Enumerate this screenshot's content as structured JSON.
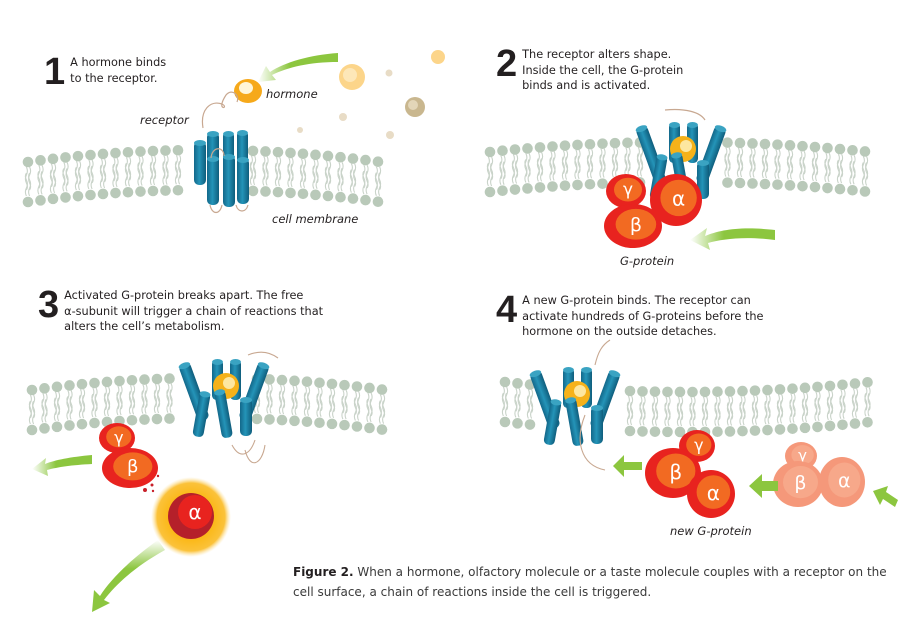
{
  "figure": {
    "caption_label": "Figure 2.",
    "caption_text": " When a hormone, olfactory molecule or a taste molecule couples with a receptor on the cell surface, a chain of reactions inside the cell is triggered."
  },
  "panels": [
    {
      "number": "1",
      "lines": [
        "A hormone binds",
        "to the receptor."
      ],
      "labels": {
        "hormone": "hormone",
        "receptor": "receptor",
        "membrane": "cell membrane"
      }
    },
    {
      "number": "2",
      "lines": [
        "The receptor alters shape.",
        "Inside the cell, the G-protein",
        "binds and is activated."
      ],
      "labels": {
        "gprotein": "G-protein"
      }
    },
    {
      "number": "3",
      "lines": [
        "Activated G-protein breaks apart. The free",
        "α-subunit will trigger a chain of reactions that",
        "alters the cell’s metabolism."
      ],
      "labels": {}
    },
    {
      "number": "4",
      "lines": [
        "A new G-protein binds. The receptor can",
        "activate hundreds of G-proteins before the",
        "hormone on the outside detaches."
      ],
      "labels": {
        "new_gprotein": "new G-protein"
      }
    }
  ],
  "subunits": {
    "alpha": "α",
    "beta": "β",
    "gamma": "γ"
  },
  "colors": {
    "membrane_head": "#b9c9b9",
    "membrane_tail": "#c9d3c9",
    "receptor": "#1a7fa0",
    "receptor_light": "#3aa3c2",
    "hormone": "#f6b21a",
    "hormone_light": "#fde7a0",
    "gprotein": "#e8231f",
    "gprotein_inner": "#f26a22",
    "gprotein_faded": "#f5987a",
    "gprotein_faded_inner": "#f7a88a",
    "arrow": "#8cc63f",
    "alpha_glow": "#fbb817",
    "alpha_core": "#b5202a"
  }
}
